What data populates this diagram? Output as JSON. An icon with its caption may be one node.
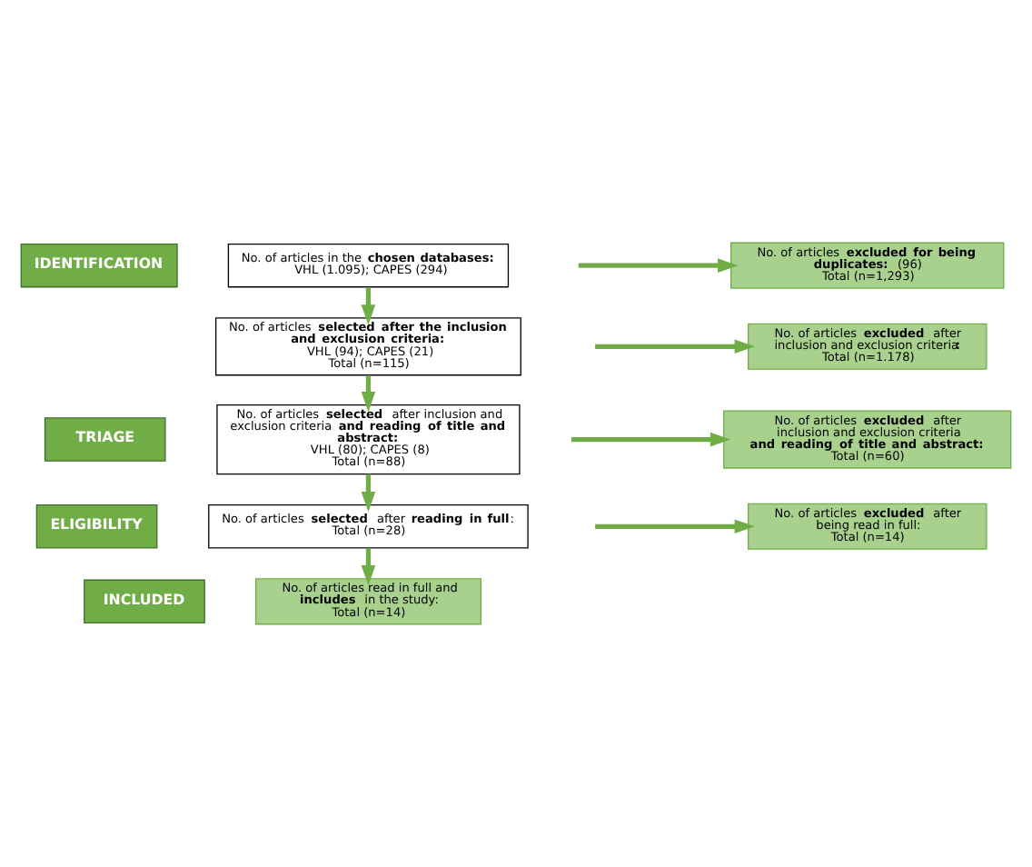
{
  "diagram": {
    "nodes": [
      {
        "text": [
          "IDENTIFICATION"
        ]
      },
      {
        "text": [
          "TRIAGE"
        ]
      },
      {
        "text": [
          "ELIGIBILITY"
        ]
      },
      {
        "text": [
          "INCLUDED"
        ]
      },
      {
        "text": [
          "No. of articles in the **chosen databases:**",
          "VHL (1.095); CAPES (294)"
        ]
      },
      {
        "text": [
          "No. of articles **selected after the inclusion and exclusion criteria:**",
          "VHL (94); CAPES (21)",
          "Total (n=115)"
        ]
      },
      {
        "text": [
          "No. of articles **selected** after inclusion and exclusion criteria **and reading of title and abstract:**",
          "VHL (80); CAPES (8)",
          "Total (n=88)"
        ]
      },
      {
        "text": [
          "No. of articles **selected** after **reading in full**:",
          "Total (n=28)"
        ]
      },
      {
        "text": [
          "No. of articles read in full and **includes** in the study:",
          "Total (n=14)"
        ]
      },
      {
        "text": [
          "No. of articles **excluded for being duplicates:** (96)",
          "Total (n=1,293)"
        ]
      },
      {
        "text": [
          "No. of articles **excluded** after inclusion and exclusion criteria**:**",
          "Total (n=1.178)"
        ]
      },
      {
        "text": [
          "No. of articles **excluded** after inclusion and exclusion criteria **and reading of title and abstract:**",
          "Total (n=60)"
        ]
      },
      {
        "text": [
          "No. of articles **excluded** after being read in full:",
          "Total (n=14)"
        ]
      }
    ],
    "edges": [
      {
        "from": 4,
        "to": 5,
        "arrow": "to"
      },
      {
        "from": null,
        "to": 9,
        "arrow": "to"
      },
      {
        "from": 5,
        "to": 6,
        "arrow": "to"
      },
      {
        "from": null,
        "to": 10,
        "arrow": "to"
      },
      {
        "from": 6,
        "to": 7,
        "arrow": "to"
      },
      {
        "from": null,
        "to": 11,
        "arrow": "to"
      },
      {
        "from": 7,
        "to": 8,
        "arrow": "to"
      },
      {
        "from": null,
        "to": 12,
        "arrow": "to"
      }
    ]
  }
}
